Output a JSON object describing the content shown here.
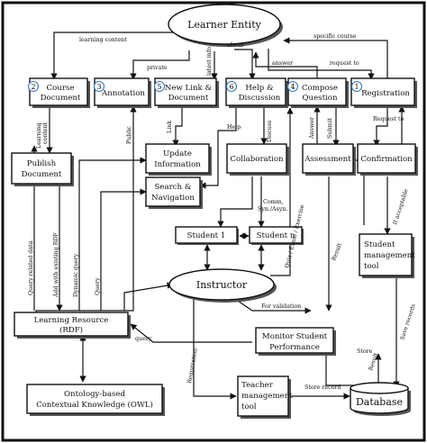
{
  "nodes": {
    "learner_entity": "Learner Entity",
    "course_document": [
      "Course",
      "Document"
    ],
    "annotation": "Annotation",
    "new_link_document": [
      "New Link &",
      "Document"
    ],
    "help_discussion": [
      "Help &",
      "Discussion"
    ],
    "compose_question": [
      "Compose",
      "Question"
    ],
    "registration": "Registration",
    "publish_document": [
      "Publish",
      "Document"
    ],
    "update_information": [
      "Update",
      "Information"
    ],
    "collaboration": "Collaboration",
    "assessment": "Assessment",
    "confirmation": "Confirmation",
    "search_navigation": [
      "Search   &",
      "Navigation"
    ],
    "student_1": "Student 1",
    "student_n": "Student n",
    "student_management_tool": [
      "Student",
      "management",
      "tool"
    ],
    "instructor": "Instructor",
    "learning_resource": [
      "Learning Resource",
      "(RDF)"
    ],
    "monitor_student_performance": [
      "Monitor Student",
      "Performance"
    ],
    "ontology": [
      "Ontology-based",
      "Contextual Knowledge  (OWL)"
    ],
    "teacher_management_tool": [
      "Teacher",
      "management",
      "tool"
    ],
    "database": "Database"
  },
  "numbers": {
    "course_document": "2",
    "annotation": "3",
    "new_link_document": "5",
    "help_discussion": "6",
    "compose_question": "4",
    "registration": "1"
  },
  "labels": {
    "learning_content": "learning content",
    "private": "private",
    "latest_info": "latest info.",
    "about": "about",
    "answer": "answer",
    "specific_course": "specific course",
    "request_to_top": "request to",
    "request_to_right": "Request to",
    "learning_content_v": [
      "Learning",
      "content"
    ],
    "public": "Public",
    "link": "Link",
    "help": "Help",
    "discuss": "Discuss",
    "answer_v": "Answer",
    "submit": "Submit",
    "comm": [
      "Comm,",
      "Syn./Asyn."
    ],
    "quiz_exam_exercise": "Quiz / Exam / Exercise",
    "result": "Result",
    "if_acceptable": "If acceptable",
    "query_related_data": "Query related data",
    "add_with_existing_rdf": "Add with existing RDF",
    "dynamic_query": "Dynamic query",
    "query_v": "Query",
    "for_validation": "For validation",
    "query_h": "query",
    "save_records": "Save records",
    "store": "Store",
    "result_right": "Result",
    "registration_v": "Registration",
    "store_record": "Store record"
  }
}
